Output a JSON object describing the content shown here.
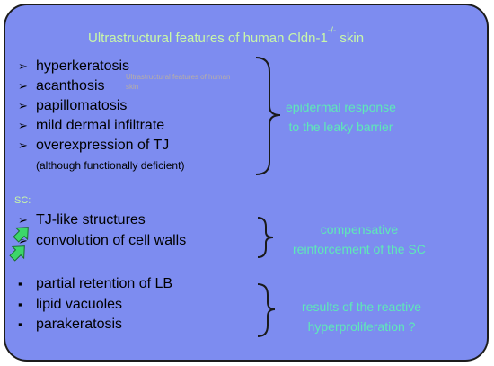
{
  "title": {
    "text": "Ultrastructural features of human Cldn-1",
    "superscript": "-/-",
    "suffix": " skin"
  },
  "group1": {
    "items": [
      "hyperkeratosis",
      "acanthosis",
      "papillomatosis",
      "mild dermal infiltrate",
      "overexpression of TJ"
    ],
    "note": "(although functionally deficient)",
    "response": [
      "epidermal response",
      "to the leaky barrier"
    ]
  },
  "sc_label": "SC:",
  "group2": {
    "items": [
      "TJ-like structures",
      "convolution of cell walls"
    ],
    "response": [
      "compensative",
      "reinforcement of the SC"
    ]
  },
  "group3": {
    "items": [
      "partial retention of LB",
      "lipid vacuoles",
      "parakeratosis"
    ],
    "response": [
      "results of the reactive",
      "hyperproliferation ?"
    ]
  },
  "colors": {
    "background": "#7d8cf0",
    "title": "#c8f7a8",
    "response": "#5ee8b8",
    "arrow": "#3cd66a"
  }
}
